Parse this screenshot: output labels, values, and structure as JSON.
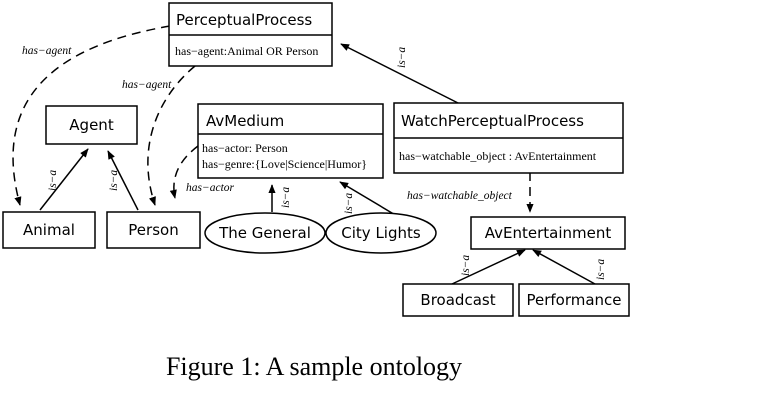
{
  "diagram": {
    "nodes": {
      "perceptual_process": {
        "title": "PerceptualProcess",
        "attrs": [
          "has−agent:Animal OR Person"
        ]
      },
      "agent": {
        "title": "Agent"
      },
      "av_medium": {
        "title": "AvMedium",
        "attrs": [
          "has−actor: Person",
          "has−genre:{Love|Science|Humor}"
        ]
      },
      "watch_perceptual_process": {
        "title": "WatchPerceptualProcess",
        "attrs": [
          "has−watchable_object : AvEntertainment"
        ]
      },
      "animal": {
        "title": "Animal"
      },
      "person": {
        "title": "Person"
      },
      "the_general": {
        "title": "The General"
      },
      "city_lights": {
        "title": "City Lights"
      },
      "av_entertainment": {
        "title": "AvEntertainment"
      },
      "broadcast": {
        "title": "Broadcast"
      },
      "performance": {
        "title": "Performance"
      }
    },
    "edge_labels": {
      "is_a": "is−a",
      "has_agent": "has−agent",
      "has_actor": "has−actor",
      "has_watchable_object": "has−watchable_object"
    }
  },
  "caption": "Figure 1: A sample ontology"
}
